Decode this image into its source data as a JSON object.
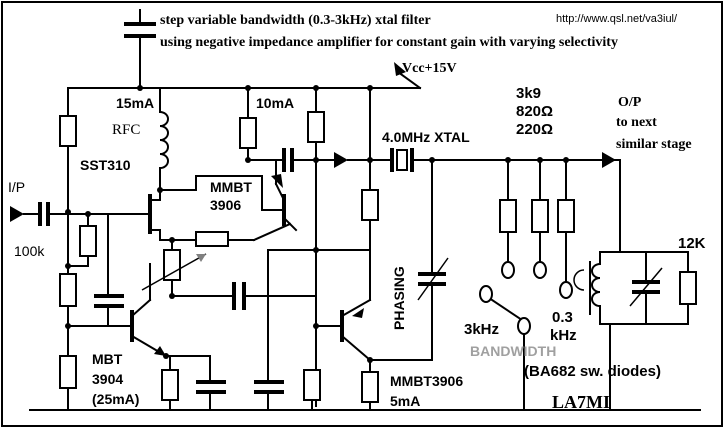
{
  "header": {
    "title_line1": "step variable bandwidth (0.3-3kHz) xtal filter",
    "title_line2": "using negative impedance amplifier for constant gain with varying selectivity",
    "url": "http://www.qsl.net/va3iul/"
  },
  "labels": {
    "vcc": "Vcc+15V",
    "current_15ma": "15mA",
    "current_10ma": "10mA",
    "rfc": "RFC",
    "sst310": "SST310",
    "mmbt_top_1": "MMBT",
    "mmbt_top_2": "3906",
    "input": "I/P",
    "input_cap": "100k",
    "xtal": "4.0MHz XTAL",
    "phasing": "PHASING",
    "mbt_1": "MBT",
    "mbt_2": "3904",
    "mbt_3": "(25mA)",
    "mmbt_bottom_1": "MMBT3906",
    "mmbt_bottom_2": "5mA",
    "r_3k9": "3k9",
    "r_820": "820Ω",
    "r_220": "220Ω",
    "output_1": "O/P",
    "output_2": "to next",
    "output_3": "similar stage",
    "r_12k": "12K",
    "bw_3khz": "3kHz",
    "bw_03_1": "0.3",
    "bw_03_2": "kHz",
    "bandwidth": "BANDWIDTH",
    "diodes": "(BA682 sw. diodes)",
    "author": "LA7MI"
  },
  "colors": {
    "line": "#000000",
    "background": "#ffffff",
    "bandwidth_label": "#a0a0a0",
    "pot_arrow": "#808080"
  }
}
